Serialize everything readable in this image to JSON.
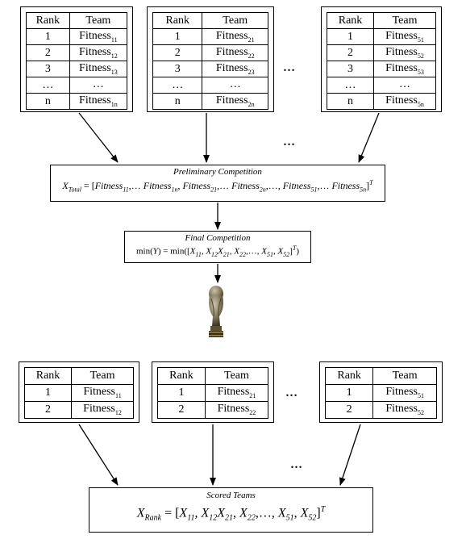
{
  "top_tables": [
    {
      "header": [
        "Rank",
        "Team"
      ],
      "rows": [
        [
          "1",
          "Fitness",
          "11"
        ],
        [
          "2",
          "Fitness",
          "12"
        ],
        [
          "3",
          "Fitness",
          "13"
        ],
        [
          "…",
          "…",
          ""
        ],
        [
          "n",
          "Fitness",
          "1n"
        ]
      ]
    },
    {
      "header": [
        "Rank",
        "Team"
      ],
      "rows": [
        [
          "1",
          "Fitness",
          "21"
        ],
        [
          "2",
          "Fitness",
          "22"
        ],
        [
          "3",
          "Fitness",
          "23"
        ],
        [
          "…",
          "…",
          ""
        ],
        [
          "n",
          "Fitness",
          "2n"
        ]
      ]
    },
    {
      "header": [
        "Rank",
        "Team"
      ],
      "rows": [
        [
          "1",
          "Fitness",
          "51"
        ],
        [
          "2",
          "Fitness",
          "52"
        ],
        [
          "3",
          "Fitness",
          "53"
        ],
        [
          "…",
          "…",
          ""
        ],
        [
          "n",
          "Fitness",
          "5n"
        ]
      ]
    }
  ],
  "bottom_tables": [
    {
      "header": [
        "Rank",
        "Team"
      ],
      "rows": [
        [
          "1",
          "Fitness",
          "11"
        ],
        [
          "2",
          "Fitness",
          "12"
        ]
      ]
    },
    {
      "header": [
        "Rank",
        "Team"
      ],
      "rows": [
        [
          "1",
          "Fitness",
          "21"
        ],
        [
          "2",
          "Fitness",
          "22"
        ]
      ]
    },
    {
      "header": [
        "Rank",
        "Team"
      ],
      "rows": [
        [
          "1",
          "Fitness",
          "51"
        ],
        [
          "2",
          "Fitness",
          "52"
        ]
      ]
    }
  ],
  "ellipsis": "…",
  "preliminary": {
    "title": "Preliminary Competition",
    "formula": "X_Total = [Fitness11,… Fitness1n, Fitness21,… Fitness2n,…, Fitness51,… Fitness5n]^T"
  },
  "final": {
    "title": "Final Competition",
    "formula": "min(Y) = min([X11, X12X21, X22,…, X51, X52]^T)"
  },
  "scored": {
    "title": "Scored Teams",
    "formula": "X_Rank = [X11, X12X21, X22,…, X51, X52]^T"
  },
  "trophy_icon": "trophy-icon"
}
